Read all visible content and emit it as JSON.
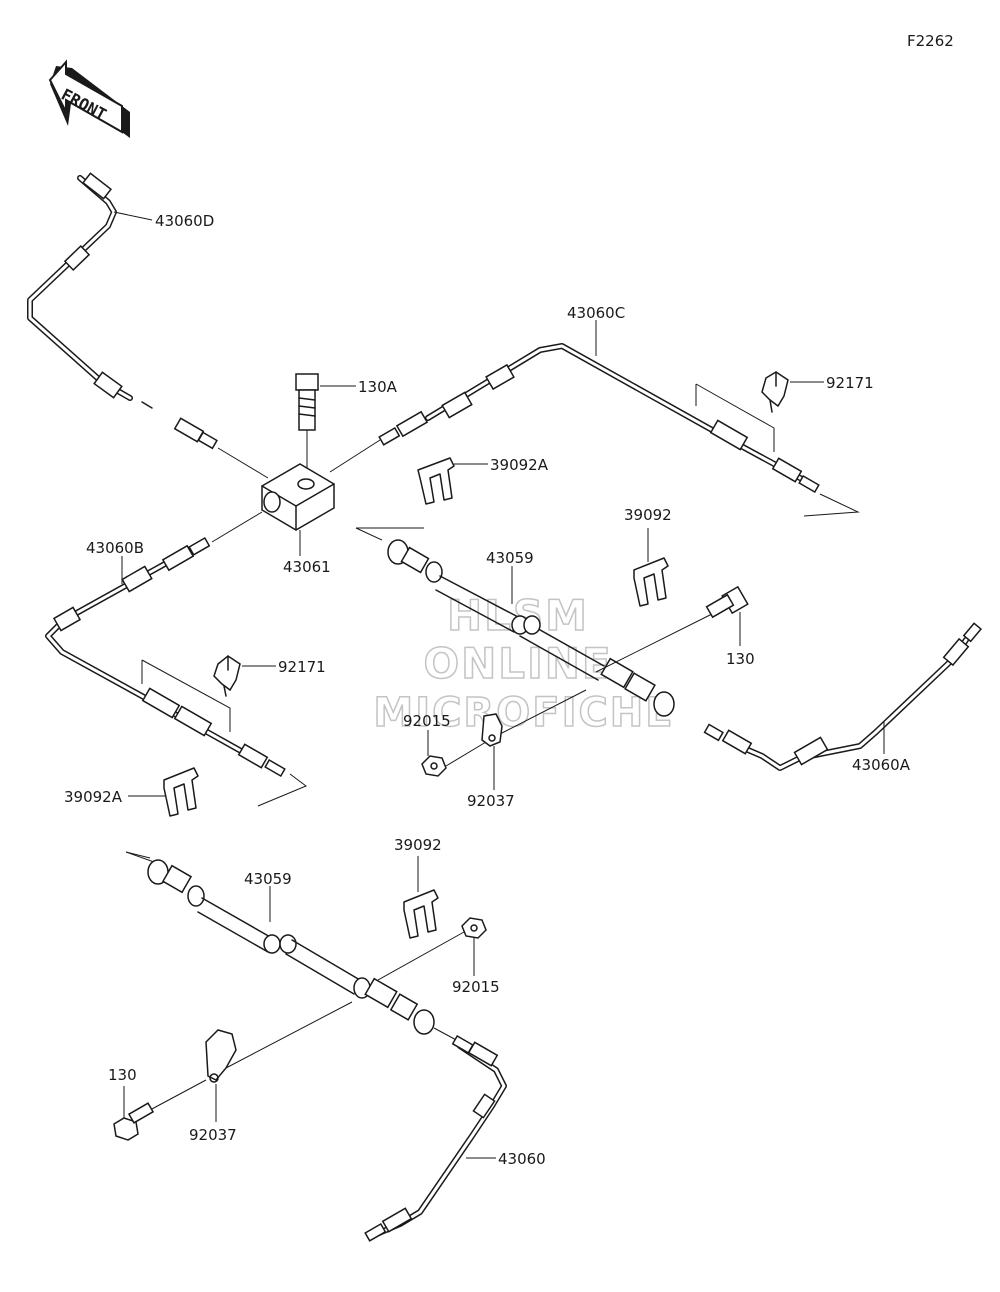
{
  "figure_code": "F2262",
  "front_label": "FRONT",
  "watermark": {
    "line1": "HLSM",
    "line2": "ONLINE",
    "line3": "MICROFICHE"
  },
  "labels": {
    "p43060D": "43060D",
    "p130A": "130A",
    "p43060C": "43060C",
    "p92171_top": "92171",
    "p39092A_top": "39092A",
    "p43061": "43061",
    "p43060B": "43060B",
    "p43059_top": "43059",
    "p39092_top": "39092",
    "p130_right": "130",
    "p92171_left": "92171",
    "p92015_top": "92015",
    "p92037_top": "92037",
    "p43060A": "43060A",
    "p39092A_left": "39092A",
    "p39092_bottom": "39092",
    "p43059_bottom": "43059",
    "p92015_bottom": "92015",
    "p130_bottom": "130",
    "p92037_bottom": "92037",
    "p43060": "43060"
  }
}
